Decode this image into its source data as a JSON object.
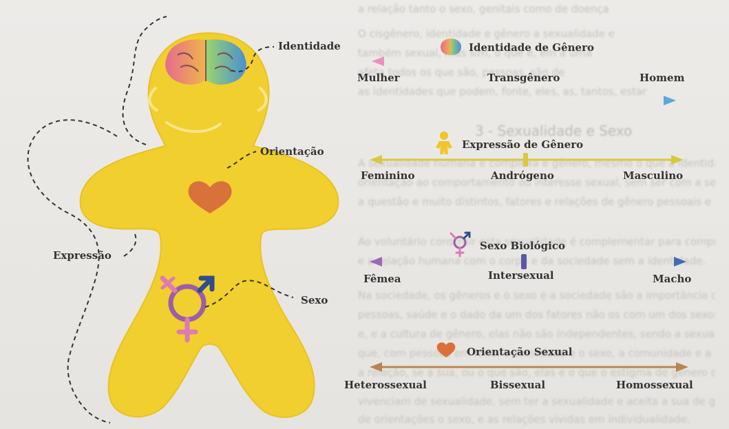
{
  "gingerbread": {
    "labels": {
      "identidade": "Identidade",
      "orientacao": "Orientação",
      "expressao": "Expressão",
      "sexo": "Sexo"
    }
  },
  "spectrums": {
    "identidade": {
      "title": "Identidade de Gênero",
      "left": "Mulher",
      "middle": "Transgênero",
      "right": "Homem"
    },
    "expressao": {
      "title": "Expressão de Gênero",
      "left": "Feminino",
      "middle": "Andrógeno",
      "right": "Masculino"
    },
    "sexo": {
      "title": "Sexo Biológico",
      "left": "Fêmea",
      "middle": "Intersexual",
      "right": "Macho"
    },
    "orientacao": {
      "title": "Orientação Sexual",
      "left": "Heterossexual",
      "middle": "Bissexual",
      "right": "Homossexual"
    }
  },
  "background_text": {
    "heading": "3 - Sexualidade e Sexo",
    "lines": [
      "a relação tanto o sexo, genitais como de doença",
      "O cisgênero, identidade e gênero a sexualidade e",
      "também sexual, mas sim, o que é, em a uma",
      "afeta todos os que são, pessoas, são de",
      "as identidades que podem, fonte, eles, as, tantos, estar",
      "A sexualidade humana é complexa e gênero, mesmo o que a identidade pode não entre",
      "orientação ao comportamento ou interesse sexual, sem ser com a sexualidade que não afeta",
      "a questão e muito distintos, fatores e relações de gênero pessoais e a afetividade das",
      "Ao voluntário construir esta sexualidade é complementar para compreender a diversidade",
      "e a relação humana com o corpo e da sociedade sem a identidade.",
      "Na sociedade, os gêneros e o sexo e a sociedade são a importância que mais",
      "pessoas, saúde e o dado da um dos fatores não os com um dos sexos",
      "e, e a cultura de gênero, elas não são independentes, sendo a sexualidade",
      "que, com pessoas em todo, a sociedade e o sexo, a comunidade e a bissexual",
      "a relação, se a sua, ou o que são, elas e o que o estigma de gênero que",
      "vivenciam de sexualidade, sem ter a sexualidade e aceita a sua de gênero",
      "de orientações o sexo, e as relações vividas em individualidade."
    ]
  },
  "colors": {
    "body": "#f1cf2e",
    "heart": "#d9713a",
    "trans_pink": "#e88dbd",
    "trans_blue": "#5aa8df",
    "expressao_line": "#d9c840",
    "sexo_purple": "#8e67b4",
    "sexo_blue": "#3f6db4",
    "orientacao_line": "#b98553"
  }
}
